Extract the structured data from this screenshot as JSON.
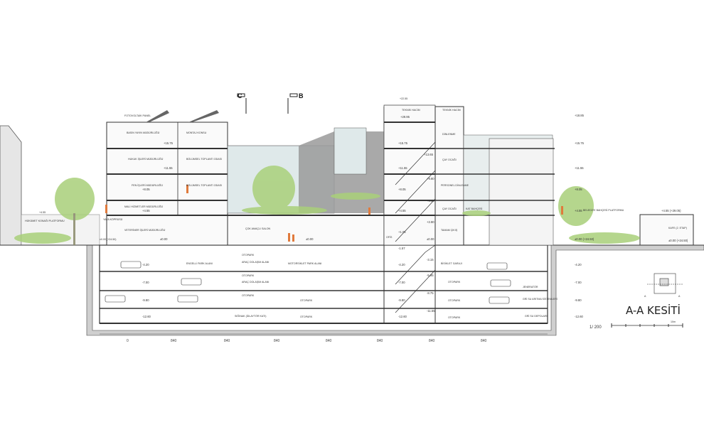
{
  "title": "A-A KESİTİ",
  "scale": "1/ 200",
  "scale_bar_label": "10m",
  "key_plan_marks": [
    "A",
    "A"
  ],
  "section_marks": [
    "C",
    "B"
  ],
  "top_level": "+22.55",
  "left_labels": {
    "platform_level": "+4.55",
    "platform": "HÜKÜMET KONAĞI PLATFORMU",
    "walkway": "YAYA KÖPRÜSÜ",
    "ground": "±0.00 (+24.50)"
  },
  "rooms": {
    "fotovoltaik": "FOTOVOLTAİK PANEL",
    "basin": "BASIN YAYIN MÜDÜRLÜĞÜ",
    "hukuk": "HUKUK İŞLERİ MÜDÜRLÜĞÜ",
    "fen": "FEN İŞLERİ MÜDÜRLÜĞÜ",
    "mali": "MALİ HİZMETLER MÜDÜRLÜĞÜ",
    "veteriner": "VETERİNER İŞLERİ MÜDÜRLÜĞÜ",
    "konferans": "MONTAJ KONSU",
    "bolum1": "BÖLÜMSEL TOPLANTI ODASI",
    "bolum2": "BÖLÜMSEL TOPLANTI ODASI",
    "cok_amacli": "ÇOK AMAÇLI SALON",
    "teknik1": "TEKNİK HACİM",
    "teknik2": "TEKNİK HACİM",
    "dinlenme": "DİNLENME",
    "cay1": "ÇAY OCAĞI",
    "personel": "PERSONEL DİNLENME",
    "cay2": "ÇAY OCAĞI",
    "kat_bahcesi": "KAT BAHÇESİ",
    "tamam": "TAMAM ÇIKIŞ",
    "ofis": "OFİS",
    "otopark_a": "OTOPARK",
    "engelli": "ENGELLİ PARK ALANI",
    "motosiklet": "MOTORSİKLET PARK ALANI",
    "arac1": "ARAÇ DOLAŞIM ALANI",
    "arac2": "ARAÇ DOLAŞIM ALANI",
    "otopark_b": "OTOPARK",
    "otopark_c": "OTOPARK",
    "sığınak": "SIĞINAK (İDLAYTÖR KATI)",
    "otopark_d": "OTOPARK",
    "bisiklet": "BİSİKLET GARAJI",
    "otopark_e": "OTOPARK",
    "otopark_f": "OTOPARK",
    "otopark_g": "OTOPARK",
    "jenerator": "JENERATÖR",
    "yangin": "GRİ SU ARITMA SİSTEMLERİ",
    "depo": "GRİ SU DEPOLARI",
    "bahce_platform": "BELEDİYE BAHÇESİ PLATFORMU",
    "kafe": "KAFE (2. ETAP)"
  },
  "levels": {
    "l1": "+15.75",
    "l2": "+11.55",
    "l3": "+8.05",
    "l4": "+4.55",
    "l5": "±0.00",
    "l6": "±0.00",
    "stair_top": "+13.65",
    "s1": "+15.75",
    "s2": "+11.55",
    "s3": "+9.80",
    "s4": "+8.05",
    "s5": "+6.30",
    "s6": "+4.55",
    "s7": "+2.80",
    "s8": "+1.05",
    "s9": "±0.00",
    "b1": "-1.57",
    "b2": "-4.20",
    "b3": "-3.15",
    "b4": "-5.95",
    "b5": "-7.00",
    "b6": "-8.75",
    "b7": "-9.80",
    "b8": "-11.55",
    "b9": "-12.60",
    "bl1": "-4.20",
    "bl2": "-7.00",
    "bl3": "-9.80",
    "bl4": "-12.60",
    "t1": "+29.95",
    "r_top": "+18.85",
    "r1": "+15.75",
    "r2": "+11.55",
    "r3": "+8.05",
    "r4": "+4.55",
    "r5": "±0.00 (+24.50)",
    "far1": "+4.55 (+29.05)",
    "kafe_lvl": "±0.00 (+24.50)",
    "rb1": "-4.20",
    "rb2": "-7.00",
    "rb3": "-9.80",
    "rb4": "-12.60"
  },
  "dims": [
    "0",
    "840",
    "840",
    "840",
    "840",
    "840",
    "840",
    "840"
  ],
  "colors": {
    "wall": "#4a4a4a",
    "glass": "#d9e6e6",
    "shadow": "#8e8e8e",
    "foliage": "#9ecb6c",
    "figure": "#e07a3c",
    "ground": "#cfcfcf"
  }
}
